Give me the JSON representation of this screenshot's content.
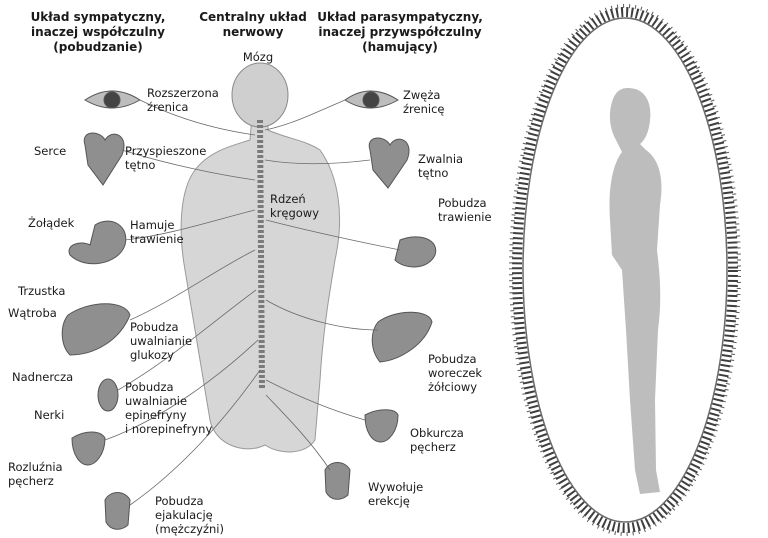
{
  "headers": {
    "sympathetic": [
      "Układ sympatyczny,",
      "inaczej współczulny",
      "(pobudzanie)"
    ],
    "central": [
      "Centralny układ",
      "nerwowy"
    ],
    "parasympathetic": [
      "Układ parasympatyczny,",
      "inaczej przywspółczulny",
      "(hamujący)"
    ]
  },
  "labels": {
    "brain": "Mózg",
    "spinal_cord": [
      "Rdzeń",
      "kręgowy"
    ],
    "sym_eye": [
      "Rozszerzona",
      "źrenica"
    ],
    "heart": "Serce",
    "sym_heart": [
      "Przyspieszone",
      "tętno"
    ],
    "stomach": "Żołądek",
    "sym_stomach": [
      "Hamuje",
      "trawienie"
    ],
    "pancreas": "Trzustka",
    "liver": "Wątroba",
    "sym_liver": [
      "Pobudza",
      "uwalnianie",
      "glukozy"
    ],
    "adrenal": "Nadnercza",
    "sym_adrenal": [
      "Pobudza",
      "uwalnianie",
      "epinefryny",
      "i norepinefryny"
    ],
    "kidneys": "Nerki",
    "sym_bladder": [
      "Rozluźnia",
      "pęcherz"
    ],
    "sym_genital": [
      "Pobudza",
      "ejakulację",
      "(mężczyźni)"
    ],
    "para_eye": [
      "Zwęża",
      "źrenicę"
    ],
    "para_heart": [
      "Zwalnia",
      "tętno"
    ],
    "para_stomach": [
      "Pobudza",
      "trawienie"
    ],
    "para_liver": [
      "Pobudza",
      "woreczek",
      "żółciowy"
    ],
    "para_bladder": [
      "Obkurcza",
      "pęcherz"
    ],
    "para_genital": [
      "Wywołuje",
      "erekcję"
    ]
  },
  "colors": {
    "ink": "#1a1a1a",
    "organ": "#8a8a8a",
    "body": "#cfcfcf",
    "aura": "#4a4a4a",
    "silhouette": "#bdbdbd"
  }
}
